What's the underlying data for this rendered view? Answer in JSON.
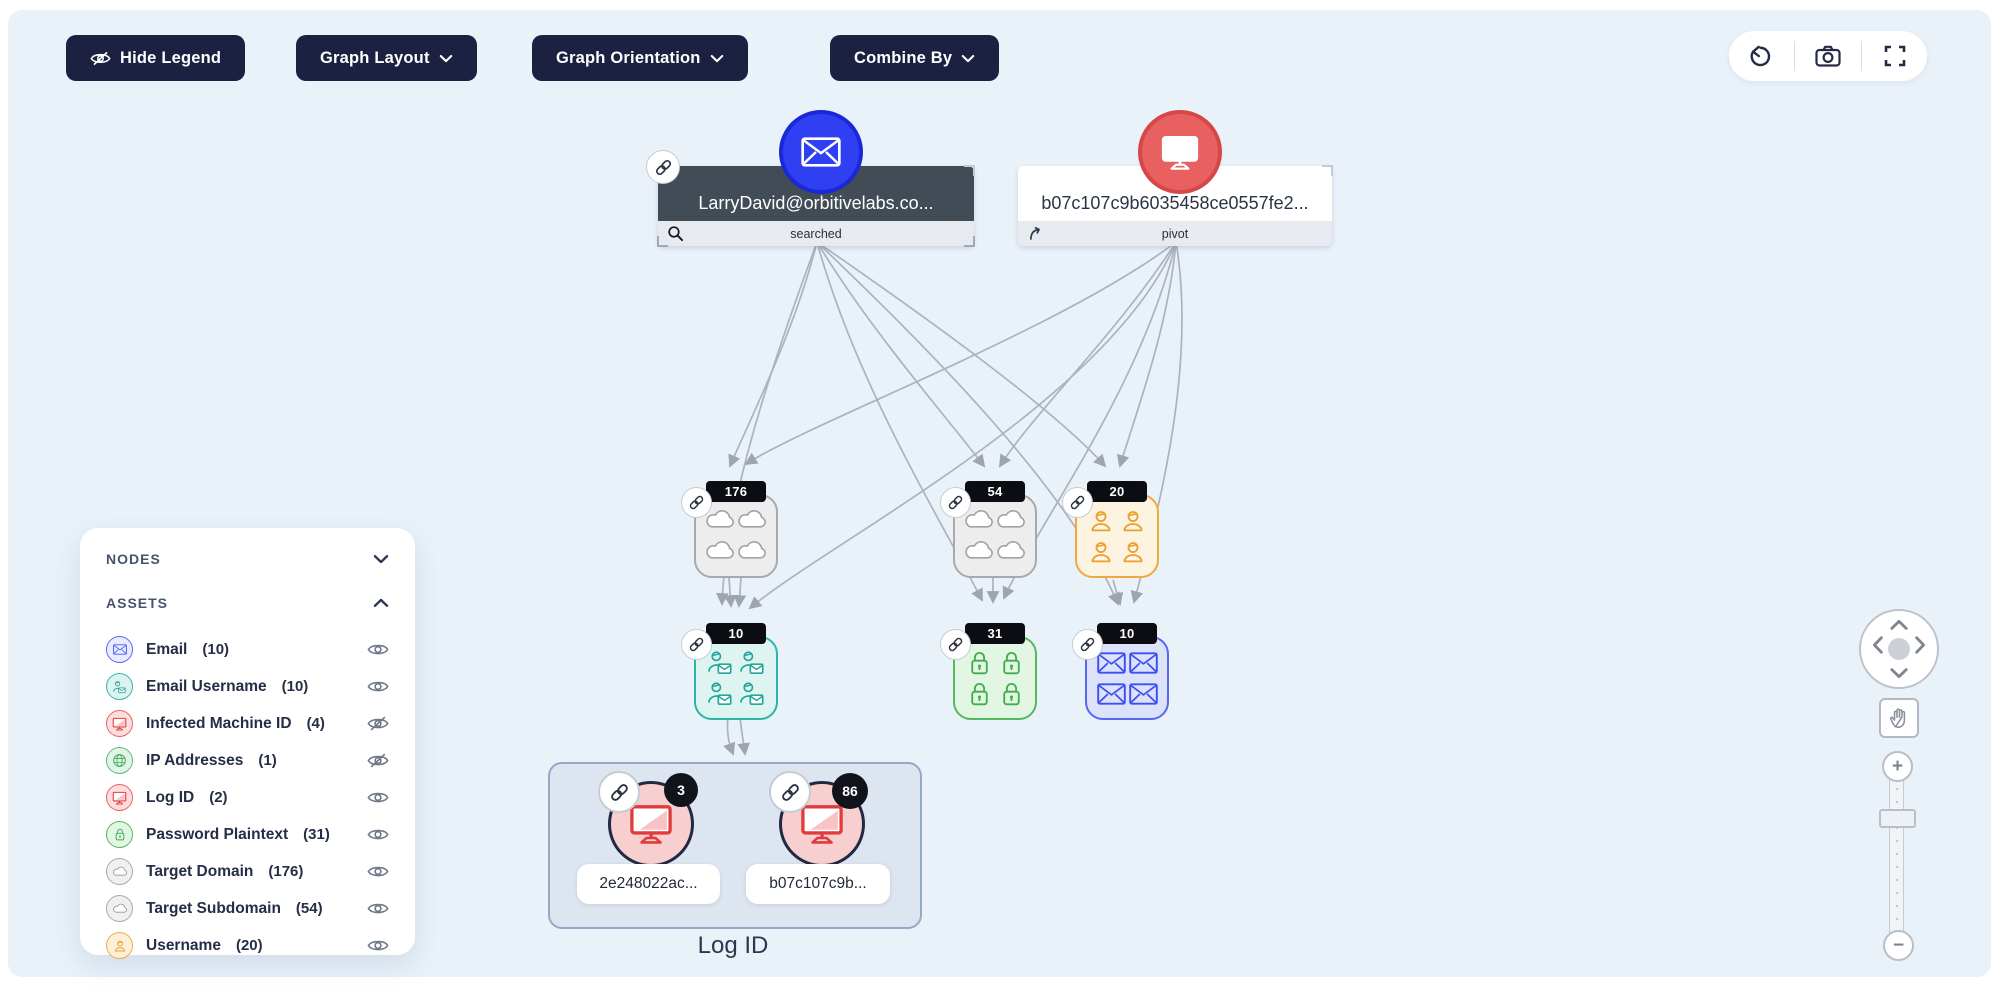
{
  "toolbar": {
    "hide_legend": "Hide Legend",
    "graph_layout": "Graph Layout",
    "graph_orientation": "Graph Orientation",
    "combine_by": "Combine By",
    "view_icons": [
      "undo-icon",
      "camera-icon",
      "fullscreen-icon"
    ]
  },
  "graph": {
    "top_nodes": [
      {
        "id": "searched-email",
        "type": "Email",
        "label": "LarryDavid@orbitivelabs.co...",
        "tag": "searched",
        "color": "#2f3ff2"
      },
      {
        "id": "pivot-machine",
        "type": "Infected Machine ID",
        "label": "b07c107c9b6035458ce0557fe2...",
        "tag": "pivot",
        "color": "#e86060"
      }
    ],
    "clusters": [
      {
        "id": "target-domain-176",
        "count": "176",
        "asset": "Target Domain",
        "color": "#a7a9ae"
      },
      {
        "id": "target-subdomain-54",
        "count": "54",
        "asset": "Target Subdomain",
        "color": "#a7a9ae"
      },
      {
        "id": "username-20",
        "count": "20",
        "asset": "Username",
        "color": "#f0a93f"
      },
      {
        "id": "email-username-10",
        "count": "10",
        "asset": "Email Username",
        "color": "#30b3a7"
      },
      {
        "id": "password-plaintext-31",
        "count": "31",
        "asset": "Password Plaintext",
        "color": "#55b85c"
      },
      {
        "id": "email-10",
        "count": "10",
        "asset": "Email",
        "color": "#5767f2"
      }
    ],
    "group": {
      "label": "Log ID",
      "nodes": [
        {
          "id": "log-2e248022ac",
          "label": "2e248022ac...",
          "count": "3"
        },
        {
          "id": "log-b07c107c9b",
          "label": "b07c107c9b...",
          "count": "86"
        }
      ]
    },
    "edges": [
      [
        "searched-email",
        "target-domain-176"
      ],
      [
        "searched-email",
        "target-subdomain-54"
      ],
      [
        "searched-email",
        "username-20"
      ],
      [
        "searched-email",
        "email-username-10"
      ],
      [
        "searched-email",
        "password-plaintext-31"
      ],
      [
        "searched-email",
        "email-10"
      ],
      [
        "pivot-machine",
        "target-domain-176"
      ],
      [
        "pivot-machine",
        "target-subdomain-54"
      ],
      [
        "pivot-machine",
        "username-20"
      ],
      [
        "pivot-machine",
        "email-username-10"
      ],
      [
        "pivot-machine",
        "password-plaintext-31"
      ],
      [
        "pivot-machine",
        "email-10"
      ],
      [
        "target-domain-176",
        "email-username-10"
      ],
      [
        "target-subdomain-54",
        "password-plaintext-31"
      ],
      [
        "username-20",
        "email-10"
      ],
      [
        "email-username-10",
        "log-id-group"
      ],
      [
        "email-username-10",
        "log-id-group"
      ]
    ]
  },
  "legend": {
    "sections": [
      {
        "title": "NODES",
        "state": "collapsed"
      },
      {
        "title": "ASSETS",
        "state": "expanded"
      }
    ],
    "items": [
      {
        "label": "Email",
        "count": "(10)",
        "visible": true,
        "color": "#5a67f5"
      },
      {
        "label": "Email Username",
        "count": "(10)",
        "visible": true,
        "color": "#35b3a8"
      },
      {
        "label": "Infected Machine ID",
        "count": "(4)",
        "visible": false,
        "color": "#ee6060"
      },
      {
        "label": "IP Addresses",
        "count": "(1)",
        "visible": false,
        "color": "#5dbd74"
      },
      {
        "label": "Log ID",
        "count": "(2)",
        "visible": true,
        "color": "#ee6060"
      },
      {
        "label": "Password Plaintext",
        "count": "(31)",
        "visible": true,
        "color": "#55b85c"
      },
      {
        "label": "Target Domain",
        "count": "(176)",
        "visible": true,
        "color": "#a7a9ae"
      },
      {
        "label": "Target Subdomain",
        "count": "(54)",
        "visible": true,
        "color": "#a7a9ae"
      },
      {
        "label": "Username",
        "count": "(20)",
        "visible": true,
        "color": "#f0a93f"
      }
    ]
  },
  "zoom_controls": {
    "icons": [
      "pan-pad-icon",
      "hand-icon",
      "plus-icon",
      "minus-icon"
    ],
    "zoom_in": "+",
    "zoom_out": "−"
  }
}
